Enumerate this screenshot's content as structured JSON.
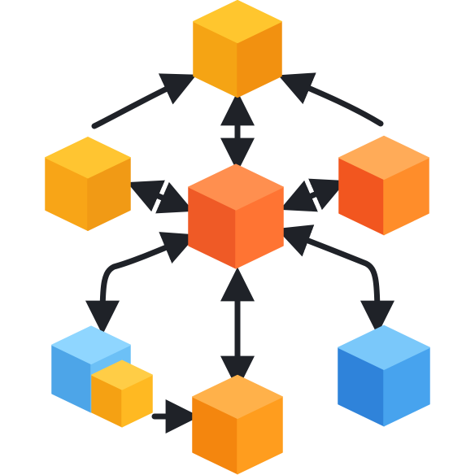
{
  "diagram": {
    "type": "network-of-cubes",
    "nodes": [
      {
        "id": "top",
        "color_name": "amber",
        "top": "#ffc62e",
        "left": "#f5a414",
        "right": "#f29110"
      },
      {
        "id": "left",
        "color_name": "amber",
        "top": "#ffc531",
        "left": "#f8a517",
        "right": "#f19a15"
      },
      {
        "id": "center",
        "color_name": "orange-red",
        "top": "#ff8f4f",
        "left": "#ef5a26",
        "right": "#ff7433"
      },
      {
        "id": "right",
        "color_name": "orange",
        "top": "#ffab58",
        "left": "#f2561f",
        "right": "#ff8d2a"
      },
      {
        "id": "bottom-left-back",
        "color_name": "sky-blue",
        "top": "#8fd6ff",
        "left": "#4da5e8",
        "right": "#6cc0f6"
      },
      {
        "id": "bottom-left-front",
        "color_name": "amber",
        "top": "#ffcd46",
        "left": "#f5a113",
        "right": "#ffb922"
      },
      {
        "id": "bottom-center",
        "color_name": "orange",
        "top": "#ffb14a",
        "left": "#f4860e",
        "right": "#ff9d1e"
      },
      {
        "id": "bottom-right",
        "color_name": "blue",
        "top": "#7ac8fa",
        "left": "#2f83da",
        "right": "#47a3ee"
      }
    ],
    "edges": [
      {
        "from": "left",
        "to": "top",
        "direction": "to"
      },
      {
        "from": "right",
        "to": "top",
        "direction": "to"
      },
      {
        "from": "top",
        "to": "center",
        "direction": "both"
      },
      {
        "from": "left",
        "to": "center",
        "direction": "both"
      },
      {
        "from": "right",
        "to": "center",
        "direction": "both"
      },
      {
        "from": "center",
        "to": "bottom-left-back",
        "direction": "both"
      },
      {
        "from": "center",
        "to": "bottom-center",
        "direction": "both"
      },
      {
        "from": "center",
        "to": "bottom-right",
        "direction": "both"
      },
      {
        "from": "bottom-left-front",
        "to": "bottom-center",
        "direction": "to"
      }
    ],
    "arrow_color": "#1f2228"
  }
}
